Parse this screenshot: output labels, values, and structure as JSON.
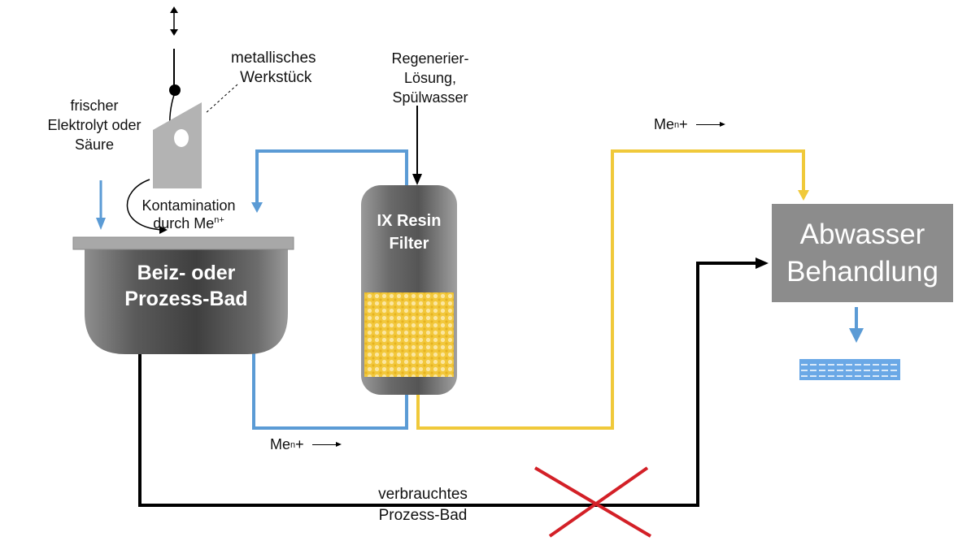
{
  "workpiece": {
    "label_line1": "metallisches",
    "label_line2": "Werkstück"
  },
  "fresh_electrolyte": {
    "line1": "frischer",
    "line2": "Elektrolyt oder",
    "line3": "Säure"
  },
  "contamination": {
    "line1": "Kontamination",
    "line2_prefix": "durch Me",
    "line2_sup": "n+"
  },
  "tank": {
    "line1": "Beiz- oder",
    "line2": "Prozess-Bad"
  },
  "regeneration": {
    "line1": "Regenerier-",
    "line2": "Lösung,",
    "line3": "Spülwasser"
  },
  "filter": {
    "line1": "IX Resin",
    "line2": "Filter"
  },
  "me_top": {
    "prefix": "Me",
    "sup": "n",
    "suffix": "+"
  },
  "me_bottom": {
    "prefix": "Me",
    "sup": "n",
    "suffix": "+"
  },
  "wastewater": {
    "line1": "Abwasser",
    "line2": "Behandlung"
  },
  "spent_bath": {
    "line1": "verbrauchtes",
    "line2": "Prozess-Bad"
  },
  "colors": {
    "blue_pipe": "#5b9bd5",
    "yellow_pipe": "#f0c93a",
    "black_pipe": "#000000",
    "cross": "#d32027",
    "box": "#8c8c8c"
  }
}
